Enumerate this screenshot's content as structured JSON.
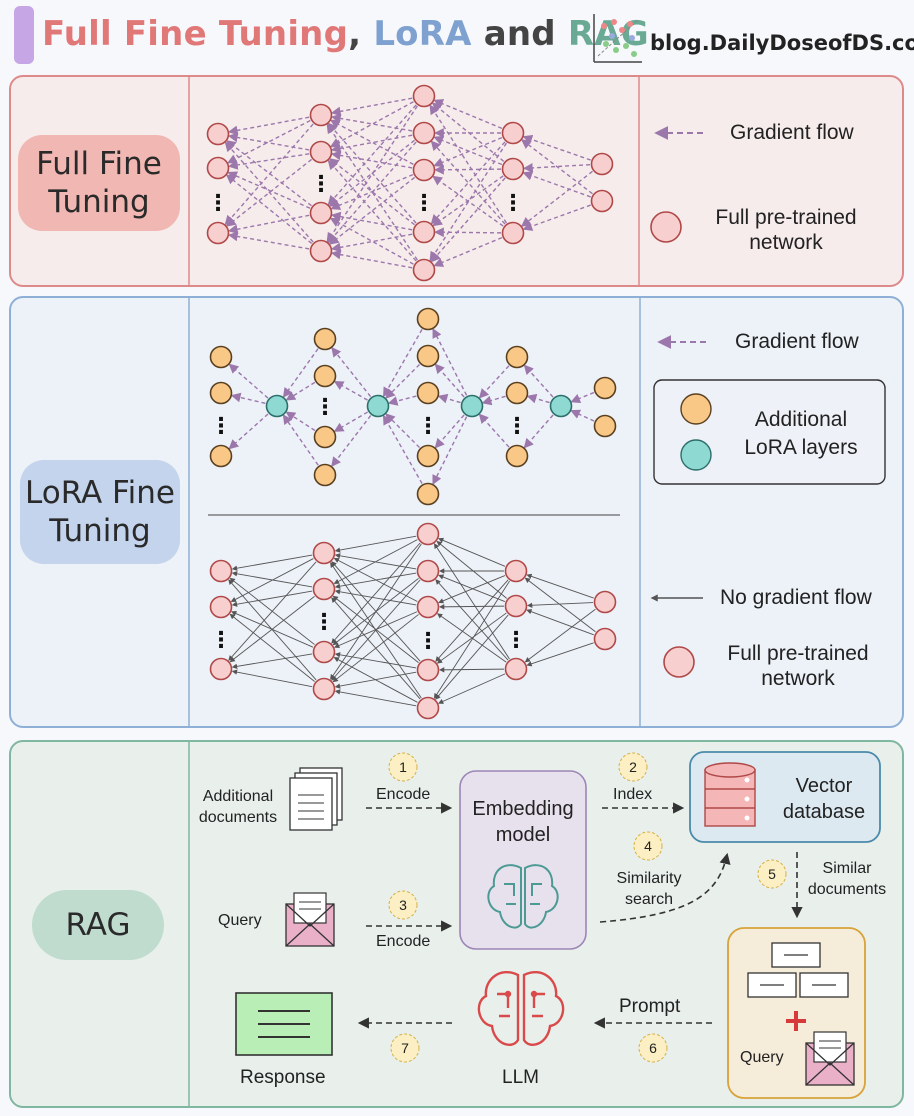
{
  "header": {
    "title_part1": "Full Fine Tuning",
    "comma": ",",
    "title_part2": "LoRA",
    "title_and": "and",
    "title_part3": "RAG",
    "blog": "blog.DailyDoseofDS.com"
  },
  "colors": {
    "full_ft": "#e17878",
    "lora": "#7ea1cf",
    "and": "#444444",
    "rag": "#6aaa94",
    "orange_node": "#f9c887",
    "teal_node": "#8fd9d3",
    "pink_node": "#f7cfcf",
    "arrow_purple": "#9c77ac"
  },
  "full_ft_panel": {
    "label": "Full Fine Tuning",
    "legend_gradient": "Gradient flow",
    "legend_network": "Full pre-trained network"
  },
  "lora_panel": {
    "label": "LoRA Fine Tuning",
    "legend_gradient": "Gradient flow",
    "legend_additional": "Additional LoRA layers",
    "legend_no_gradient": "No gradient flow",
    "legend_network": "Full pre-trained network"
  },
  "rag_panel": {
    "label": "RAG",
    "additional_documents": "Additional documents",
    "query": "Query",
    "encode": "Encode",
    "embedding_model": "Embedding model",
    "index": "Index",
    "vector_database": "Vector database",
    "similarity_search": "Similarity search",
    "similar_documents": "Similar documents",
    "prompt": "Prompt",
    "llm": "LLM",
    "response": "Response",
    "query_box": "Query",
    "plus": "+",
    "steps": [
      "1",
      "2",
      "3",
      "4",
      "5",
      "6",
      "7"
    ]
  },
  "ellipsis": "⋮"
}
